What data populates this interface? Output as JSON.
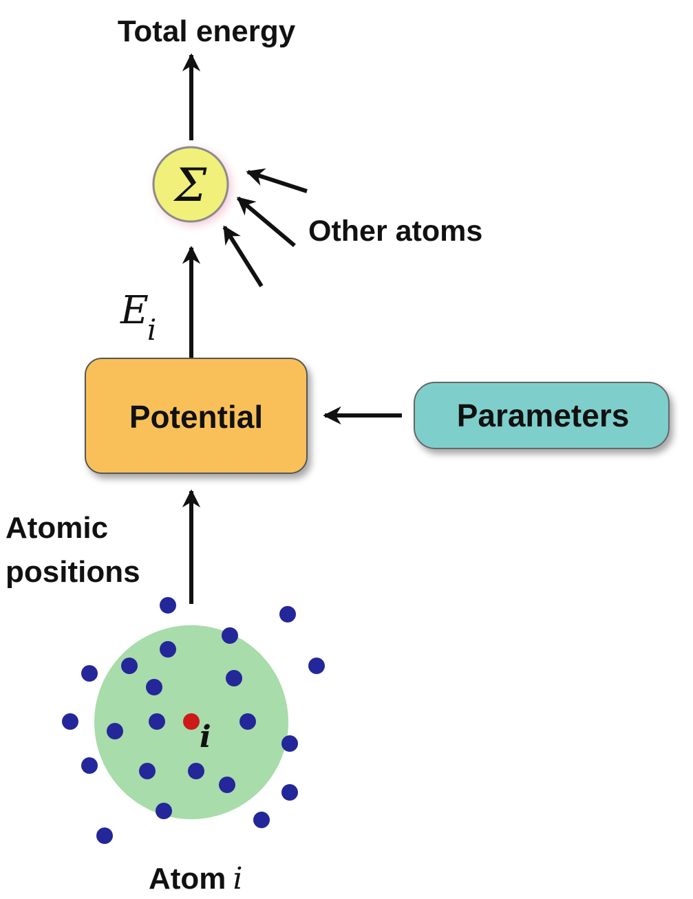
{
  "title": "Total energy",
  "sum_symbol": "Σ",
  "other_atoms_label": "Other atoms",
  "energy_label": {
    "main": "E",
    "sub": "i"
  },
  "potential_label": "Potential",
  "parameters_label": "Parameters",
  "positions_label": {
    "line1": "Atomic",
    "line2": "positions"
  },
  "center_atom_label": "i",
  "caption": {
    "prefix": "Atom",
    "var": "i"
  },
  "colors": {
    "potential_fill": "#f9c05a",
    "parameters_fill": "#7ecfcb",
    "sum_fill": "#f0f07a",
    "cutoff_sphere": "#a8dcaa",
    "neighbor_atom": "#23279a",
    "center_atom": "#cc1a1a",
    "arrow": "#111111"
  }
}
